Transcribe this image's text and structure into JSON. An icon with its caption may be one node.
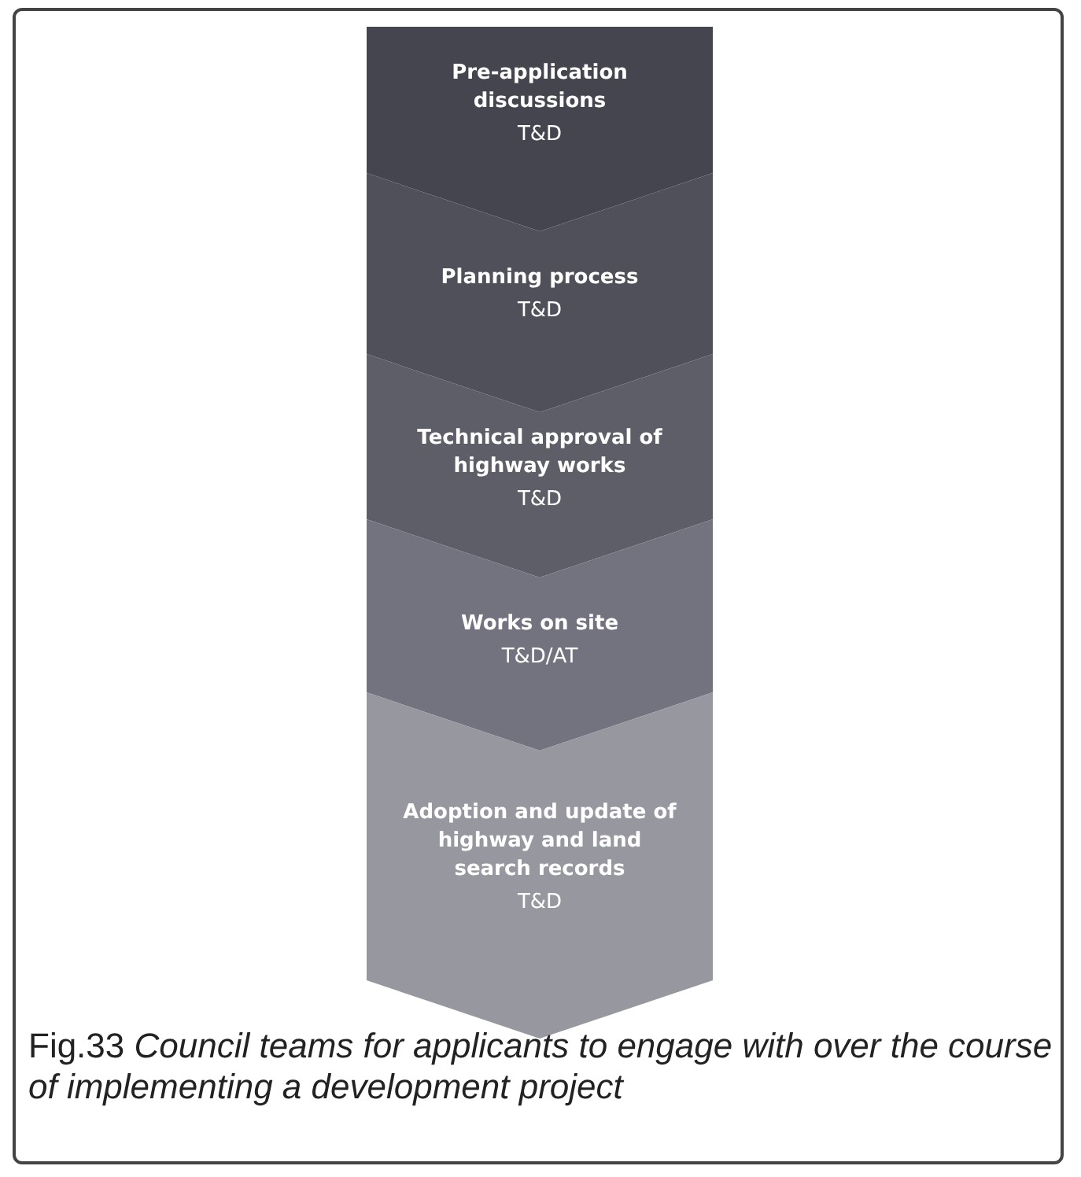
{
  "diagram": {
    "caption": "Fig.33 *Council teams for applicants to engage with over the course of implementing a development project*",
    "nodes": [
      {
        "text": [
          "Pre-application discussions",
          "T&D"
        ]
      },
      {
        "text": [
          "Planning process",
          "T&D"
        ]
      },
      {
        "text": [
          "Technical approval of highway works",
          "T&D"
        ]
      },
      {
        "text": [
          "Works on site",
          "T&D/AT"
        ]
      },
      {
        "text": [
          "Adoption and update of highway and land search records",
          "T&D"
        ]
      }
    ]
  }
}
